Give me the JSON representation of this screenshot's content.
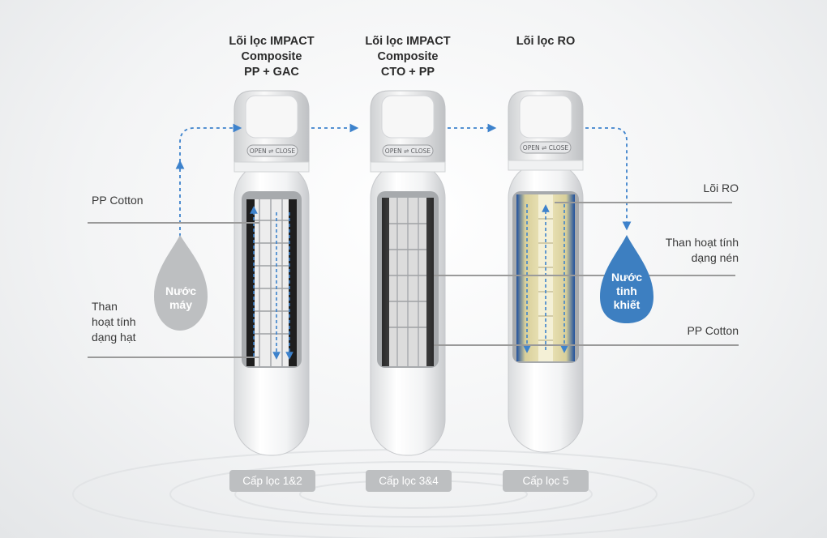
{
  "filters": [
    {
      "title_lines": [
        "Lõi lọc IMPACT",
        "Composite",
        "PP + GAC"
      ],
      "stage": "Cấp lọc 1&2",
      "cap_text": "OPEN ⇌ CLOSE"
    },
    {
      "title_lines": [
        "Lõi lọc IMPACT",
        "Composite",
        "CTO + PP"
      ],
      "stage": "Cấp lọc 3&4",
      "cap_text": "OPEN ⇌ CLOSE"
    },
    {
      "title_lines": [
        "Lõi lọc RO"
      ],
      "stage": "Cấp lọc 5",
      "cap_text": "OPEN ⇌ CLOSE"
    }
  ],
  "left_labels": {
    "pp_cotton": "PP Cotton",
    "granular_carbon": [
      "Than",
      "hoạt tính",
      "dạng hạt"
    ]
  },
  "right_labels": {
    "ro_core": "Lõi RO",
    "block_carbon": [
      "Than hoạt tính",
      "dạng nén"
    ],
    "pp_cotton": "PP Cotton"
  },
  "tap_water": {
    "lines": [
      "Nước",
      "máy"
    ],
    "color": "#bdbfc1"
  },
  "pure_water": {
    "lines": [
      "Nước",
      "tinh",
      "khiết"
    ],
    "color": "#3d7fc1"
  },
  "colors": {
    "flow": "#3d82cc",
    "leader": "#9a9a9a",
    "stage_badge": "#bdbfc1"
  }
}
